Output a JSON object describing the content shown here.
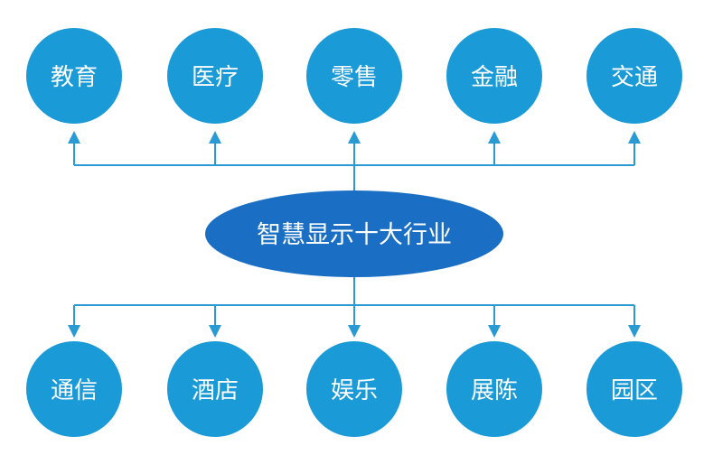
{
  "center": {
    "label": "智慧显示十大行业"
  },
  "top_nodes": [
    {
      "label": "教育"
    },
    {
      "label": "医疗"
    },
    {
      "label": "零售"
    },
    {
      "label": "金融"
    },
    {
      "label": "交通"
    }
  ],
  "bottom_nodes": [
    {
      "label": "通信"
    },
    {
      "label": "酒店"
    },
    {
      "label": "娱乐"
    },
    {
      "label": "展陈"
    },
    {
      "label": "园区"
    }
  ],
  "colors": {
    "node_fill": "#1a9ad6",
    "center_fill": "#1a6fc4",
    "connector": "#2a9ad4"
  }
}
